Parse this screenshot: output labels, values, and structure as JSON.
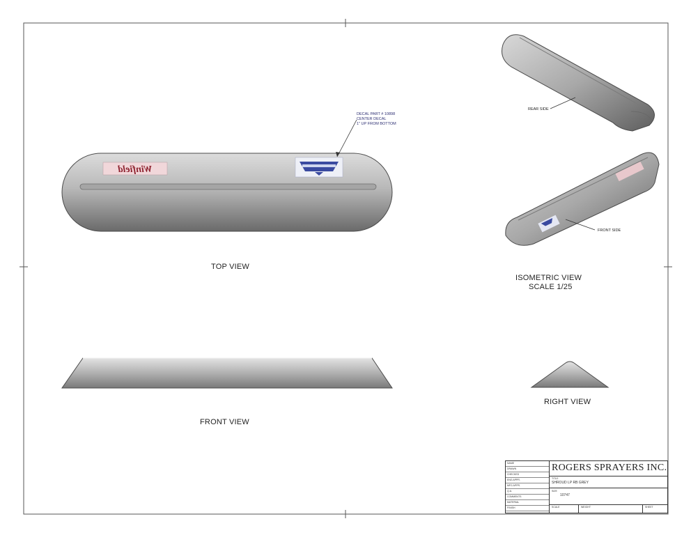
{
  "views": {
    "top_view": "TOP VIEW",
    "front_view": "FRONT VIEW",
    "right_view": "RIGHT VIEW",
    "isometric_view": "ISOMETRIC VIEW",
    "isometric_scale": "SCALE 1/25"
  },
  "callouts": {
    "rear_side": "REAR SIDE",
    "front_side": "FRONT SIDE"
  },
  "decal_note": {
    "line1": "DECAL PART # 10898",
    "line2": "CENTER DECAL",
    "line3": "1\" UP FROM BOTTOM"
  },
  "title_block": {
    "company": "ROGERS SPRAYERS INC.",
    "title_label": "TITLE",
    "title": "SHROUD LP RB GREY",
    "size_label": "SIZE",
    "drawing_number": "10747",
    "left_cells": [
      "NAME",
      "DRAWN",
      "CHECKED",
      "ENG APPR.",
      "MFG APPR.",
      "Q.A.",
      "COMMENTS",
      "MATERIAL",
      "FINISH"
    ],
    "bottom_cells": [
      "SCALE",
      "WEIGHT",
      "SHEET"
    ]
  },
  "colors": {
    "body_fill": "#bdbdbd",
    "body_shadow": "#6f6f6f",
    "ridge": "#9a9a9a",
    "border": "#333333",
    "decal_blue": "#2b3a8c",
    "logo_maroon": "#8c1f2c"
  }
}
